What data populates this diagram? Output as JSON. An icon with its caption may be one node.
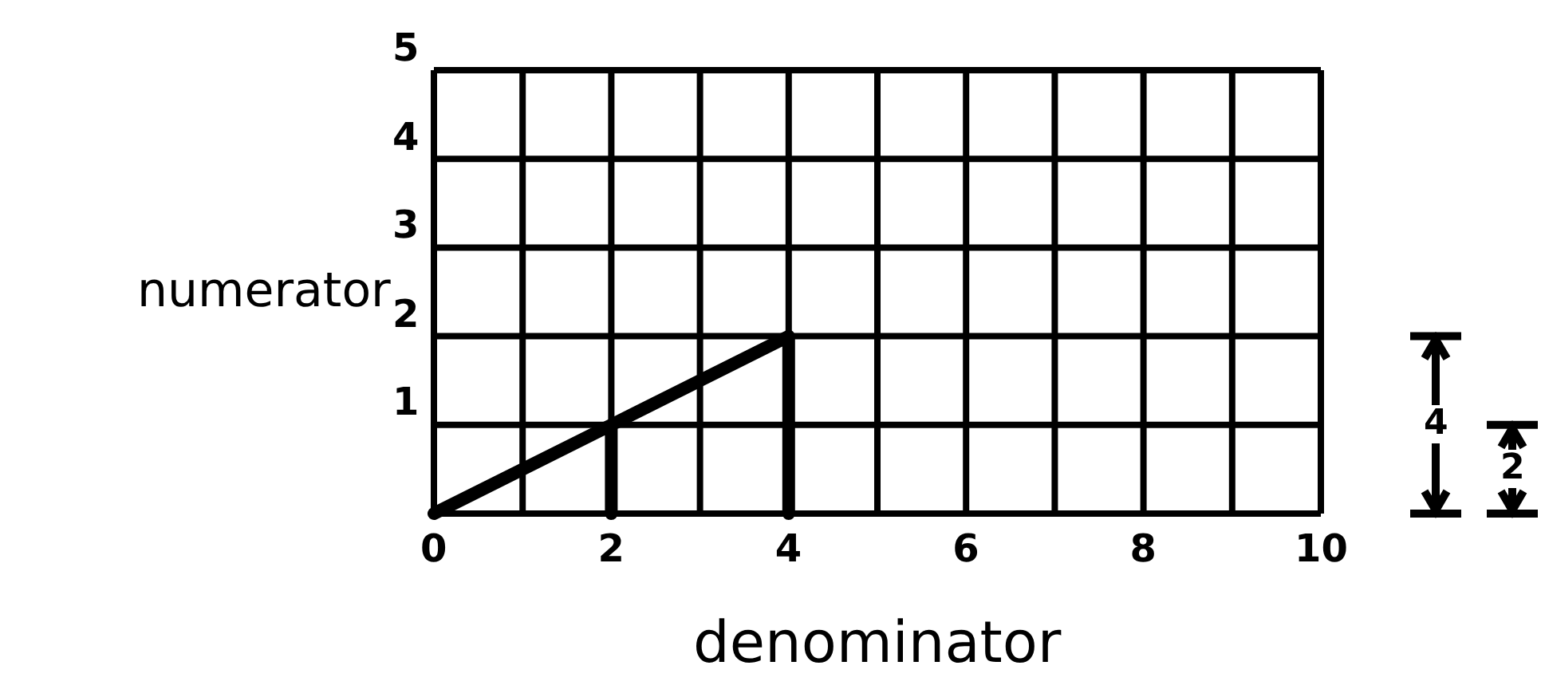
{
  "diagram": {
    "labels": [
      "4",
      "2"
    ],
    "chart_data": {
      "type": "line",
      "xlabel": "denominator",
      "ylabel": "numerator",
      "x": [
        0,
        2,
        2,
        2,
        4,
        4
      ],
      "series": [
        {
          "color": "#000000",
          "values": [
            0,
            1,
            0,
            1,
            2,
            0
          ]
        }
      ],
      "xlim": [
        0,
        10
      ],
      "ylim": [
        0,
        5
      ],
      "xticks": [
        0,
        2,
        4,
        6,
        8,
        10
      ],
      "yticks": [
        1,
        2,
        3,
        4,
        5
      ],
      "grid": true
    }
  }
}
